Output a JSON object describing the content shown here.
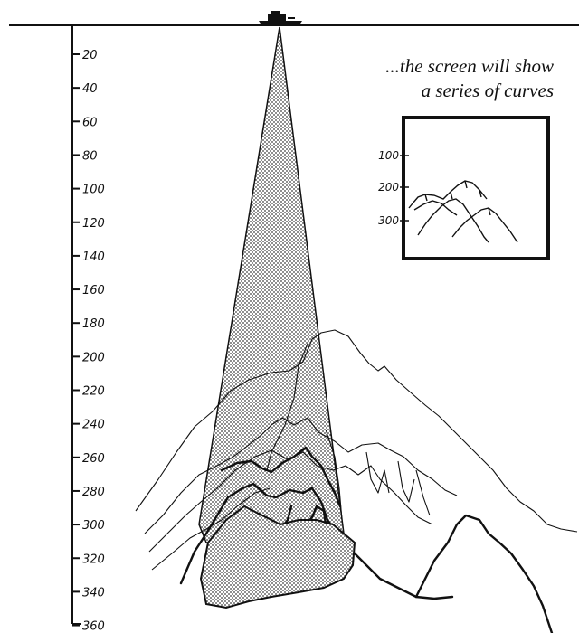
{
  "caption": {
    "line1": "...the screen will show",
    "line2": "a series of curves"
  },
  "depth_scale": {
    "labels": [
      "20",
      "40",
      "60",
      "80",
      "100",
      "120",
      "140",
      "160",
      "180",
      "200",
      "220",
      "240",
      "260",
      "280",
      "300",
      "320",
      "340",
      "360"
    ]
  },
  "inset_screen": {
    "labels": [
      "100",
      "200",
      "300"
    ]
  },
  "colors": {
    "ink": "#111111",
    "background": "#ffffff",
    "beam_fill": "#cfcfcf"
  }
}
